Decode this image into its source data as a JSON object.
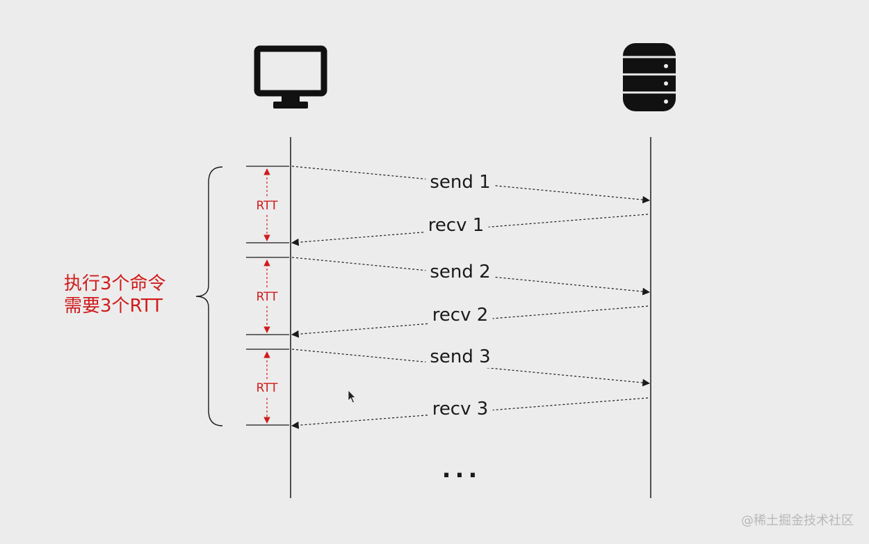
{
  "messages": [
    {
      "label": "send 1",
      "direction": "to-server"
    },
    {
      "label": "recv 1",
      "direction": "to-client"
    },
    {
      "label": "send 2",
      "direction": "to-server"
    },
    {
      "label": "recv 2",
      "direction": "to-client"
    },
    {
      "label": "send 3",
      "direction": "to-server"
    },
    {
      "label": "recv 3",
      "direction": "to-client"
    }
  ],
  "rtt": [
    "RTT",
    "RTT",
    "RTT"
  ],
  "summary": {
    "line1": "执行3个命令",
    "line2": "需要3个RTT"
  },
  "ellipsis": "...",
  "watermark": "@稀土掘金技术社区",
  "icons": {
    "client": "monitor-icon",
    "server": "database-server-icon"
  },
  "colors": {
    "background": "#ececec",
    "ink": "#1a1a1a",
    "accent": "#d11a1a"
  }
}
